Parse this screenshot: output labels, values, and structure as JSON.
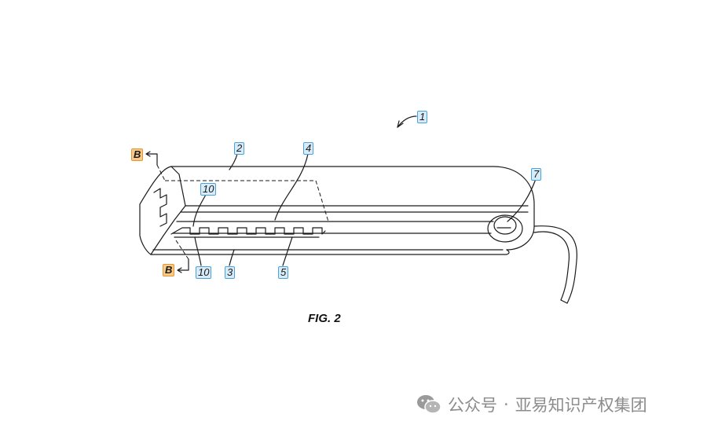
{
  "labels": {
    "ref_1": "1",
    "ref_2": "2",
    "ref_3": "3",
    "ref_4": "4",
    "ref_5": "5",
    "ref_7": "7",
    "ref_10_top": "10",
    "ref_10_bottom": "10",
    "section_b_top": "B",
    "section_b_bottom": "B"
  },
  "caption": "FIG. 2",
  "watermark": {
    "separator": "·",
    "source": "公众号",
    "name": "亚易知识产权集团"
  },
  "colors": {
    "line": "#1a1a1a",
    "tag_blue_border": "#4aa3d8",
    "tag_blue_fill": "#d7ecfa",
    "tag_orange_border": "#e8952e",
    "tag_orange_fill": "#f9c98a",
    "watermark": "#8c8c8c"
  },
  "icons": {
    "watermark": "wechat-icon"
  }
}
